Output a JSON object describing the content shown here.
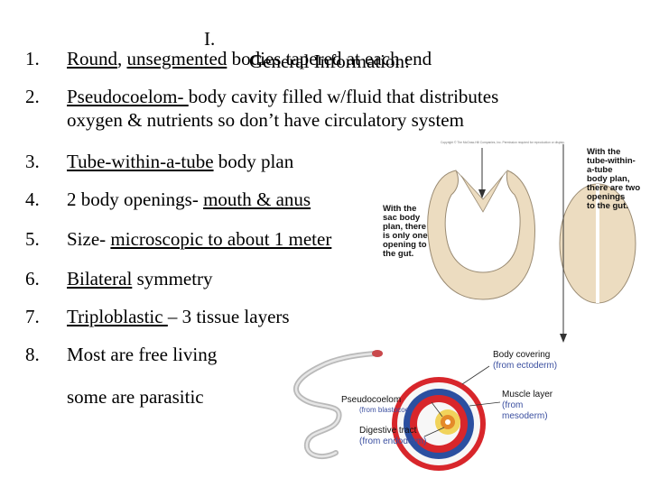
{
  "title": {
    "number": "I.",
    "text": "General Information:"
  },
  "items": [
    {
      "num": "1.",
      "parts": [
        {
          "text": "Round",
          "u": true
        },
        {
          "text": ", ",
          "u": false
        },
        {
          "text": "unsegmented",
          "u": true
        },
        {
          "text": " bodies tapered at each end",
          "u": false
        }
      ]
    },
    {
      "num": "2.",
      "parts": [
        {
          "text": "Pseudocoelom- ",
          "u": true
        },
        {
          "text": "body cavity filled w/fluid that distributes",
          "u": false
        }
      ],
      "line2": "oxygen & nutrients so don’t have circulatory system"
    },
    {
      "num": "3.",
      "parts": [
        {
          "text": "Tube-within-a-tube",
          "u": true
        },
        {
          "text": " body plan",
          "u": false
        }
      ]
    },
    {
      "num": "4.",
      "parts": [
        {
          "text": "2 body openings- ",
          "u": false
        },
        {
          "text": "mouth & anus",
          "u": true
        }
      ]
    },
    {
      "num": "5.",
      "parts": [
        {
          "text": "Size- ",
          "u": false
        },
        {
          "text": "microscopic to about 1 meter",
          "u": true
        }
      ]
    },
    {
      "num": "6.",
      "parts": [
        {
          "text": "Bilateral",
          "u": true
        },
        {
          "text": " symmetry",
          "u": false
        }
      ]
    },
    {
      "num": "7.",
      "parts": [
        {
          "text": "Triploblastic ",
          "u": true
        },
        {
          "text": "– 3 tissue layers",
          "u": false
        }
      ]
    },
    {
      "num": "8.",
      "parts": [
        {
          "text": "Most are free living",
          "u": false
        }
      ]
    }
  ],
  "extra_line": "some are parasitic",
  "figure_top": {
    "copyright": "Copyright © The McGraw-Hill Companies, Inc. Permission required for reproduction or display.",
    "sac_label": [
      "With the",
      "sac body",
      "plan, there",
      "is only one",
      "opening to",
      "the gut."
    ],
    "tube_label": [
      "With the",
      "tube-within-",
      "a-tube",
      "body plan,",
      "there are two",
      "openings",
      "to the gut."
    ]
  },
  "figure_bottom": {
    "body_covering": [
      "Body covering",
      "(from ectoderm)"
    ],
    "muscle_layer": [
      "Muscle layer",
      "(from",
      "mesoderm)"
    ],
    "pseudocoelom": [
      "Pseudocoelom",
      "(from blastocoel)"
    ],
    "digestive_tract": [
      "Digestive tract",
      "(from endoderm)"
    ]
  },
  "colors": {
    "tan": "#ecdcc0",
    "outline": "#9a8b73",
    "red": "#d8262b",
    "blue": "#2b4fa0",
    "yellow": "#f1d35b",
    "orange": "#e48a2a",
    "label_blue": "#3b4fa0"
  }
}
